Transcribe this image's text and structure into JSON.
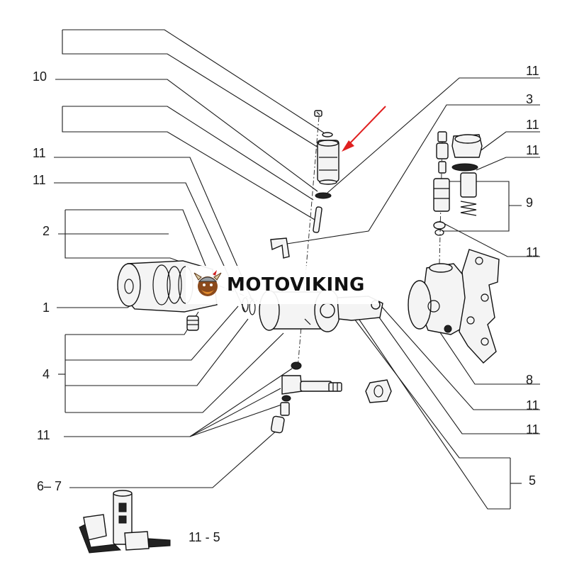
{
  "labels": {
    "callout_10": "10",
    "callout_11_top_right": "11",
    "callout_3": "3",
    "callout_11_right_a": "11",
    "callout_11_right_b": "11",
    "callout_9": "9",
    "callout_11_right_c": "11",
    "callout_11_left_a": "11",
    "callout_11_left_b": "11",
    "callout_2": "2",
    "callout_1": "1",
    "callout_4": "4",
    "callout_8": "8",
    "callout_11_right_d": "11",
    "callout_11_right_e": "11",
    "callout_11_bottom_left": "11",
    "callout_5": "5",
    "callout_6_7": "6– 7",
    "callout_11_5": "11 - 5"
  },
  "watermark": {
    "text": "MOTOVIKING"
  },
  "colors": {
    "line": "#1a1a1a",
    "arrow": "#e02020",
    "background": "#ffffff"
  }
}
